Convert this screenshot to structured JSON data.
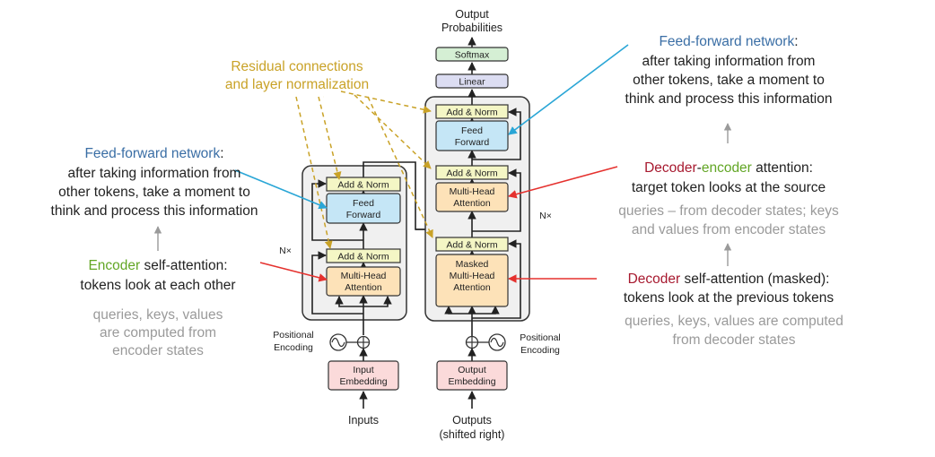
{
  "colors": {
    "blue": "#3a6ea5",
    "green": "#62a625",
    "red": "#a7192f",
    "gold": "#c9a227",
    "grey": "#9a9a9a",
    "cyan_arrow": "#2aa6d6",
    "red_arrow": "#e5312e",
    "add_norm": "#f4f6c5",
    "feed_forward": "#c5e6f6",
    "attention": "#fde2b8",
    "embedding": "#fbdada",
    "linear": "#dcddf2",
    "softmax": "#d5efd4",
    "stack": "#f0f0f0"
  },
  "diagram": {
    "output_probabilities": [
      "Output",
      "Probabilities"
    ],
    "softmax": "Softmax",
    "linear": "Linear",
    "add_norm": "Add & Norm",
    "feed_forward": [
      "Feed",
      "Forward"
    ],
    "multi_head_attention": [
      "Multi-Head",
      "Attention"
    ],
    "masked_attention": [
      "Masked",
      "Multi-Head",
      "Attention"
    ],
    "nx": "N×",
    "positional_encoding": [
      "Positional",
      "Encoding"
    ],
    "input_embedding": [
      "Input",
      "Embedding"
    ],
    "output_embedding": [
      "Output",
      "Embedding"
    ],
    "inputs": "Inputs",
    "outputs": [
      "Outputs",
      "(shifted right)"
    ]
  },
  "annotations": {
    "residual": [
      "Residual connections",
      "and layer normalization"
    ],
    "ffn_left": {
      "title": "Feed-forward network",
      "colon": ":",
      "lines": [
        "after taking information from",
        "other tokens, take a moment to",
        "think and process this information"
      ]
    },
    "ffn_right": {
      "title": "Feed-forward network",
      "colon": ":",
      "lines": [
        "after taking information from",
        "other tokens, take a moment to",
        "think and process this information"
      ]
    },
    "encoder_self": {
      "keyword": "Encoder",
      "rest": " self-attention:",
      "line": "tokens look at each other",
      "grey": [
        "queries, keys, values",
        "are computed from",
        "encoder states"
      ]
    },
    "dec_enc": {
      "keyword1": "Decoder",
      "dash": "-",
      "keyword2": "encoder",
      "rest": " attention:",
      "line": "target token looks at the source",
      "grey": [
        "queries – from decoder states; keys",
        "and values from encoder states"
      ]
    },
    "dec_self": {
      "keyword": "Decoder",
      "rest": " self-attention (masked):",
      "line": "tokens look at the previous tokens",
      "grey": [
        "queries, keys, values are computed",
        "from decoder states"
      ]
    }
  }
}
